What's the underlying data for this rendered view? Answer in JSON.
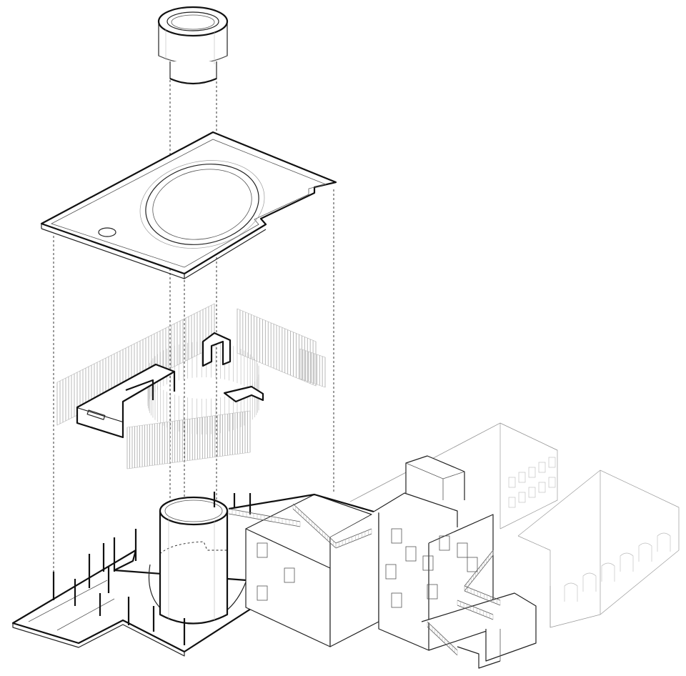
{
  "diagram": {
    "type": "exploded-axonometric",
    "layers": [
      {
        "id": "chimney-cap",
        "icon": "cylinder-ring"
      },
      {
        "id": "roof-plate",
        "icon": "slab-with-oval-opening"
      },
      {
        "id": "screen-walls",
        "icon": "vertical-louvers"
      },
      {
        "id": "ground-base",
        "icon": "site-plinth"
      }
    ],
    "colors": {
      "line": "#111111",
      "fine": "#9a9a9a",
      "background": "#ffffff"
    }
  }
}
